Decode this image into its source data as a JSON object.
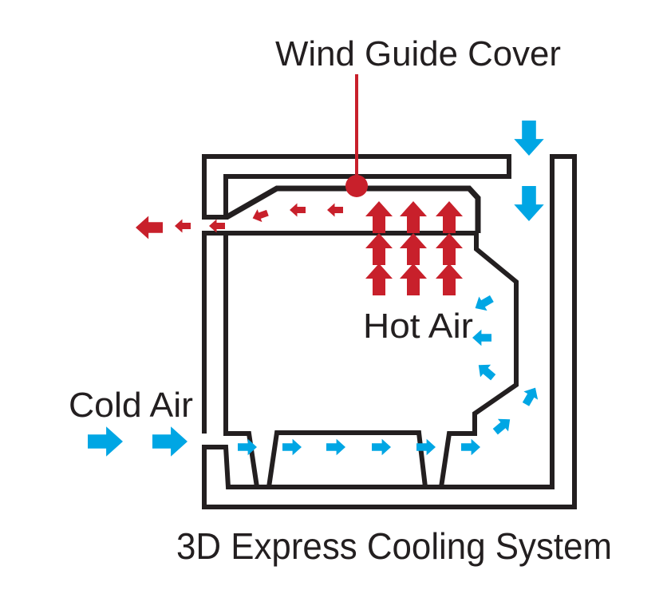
{
  "labels": {
    "wind_guide_cover": "Wind Guide Cover",
    "hot_air": "Hot Air",
    "cold_air": "Cold Air",
    "title": "3D Express Cooling System"
  },
  "colors": {
    "structure": "#231f20",
    "hot": "#c8202b",
    "cold": "#00a6e4"
  }
}
